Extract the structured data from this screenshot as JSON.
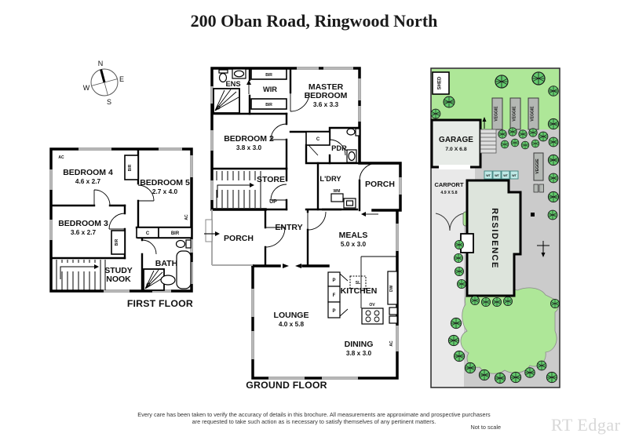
{
  "title": "200 Oban Road, Ringwood North",
  "compass": {
    "n": "N",
    "e": "E",
    "s": "S",
    "w": "W"
  },
  "first_floor": {
    "label": "FIRST FLOOR",
    "bedroom4": {
      "name": "BEDROOM 4",
      "dims": "4.6 x 2.7"
    },
    "bedroom5": {
      "name": "BEDROOM 5",
      "dims": "2.7 x 4.0"
    },
    "bedroom3": {
      "name": "BEDROOM 3",
      "dims": "3.6 x 2.7"
    },
    "study_nook_line1": "STUDY",
    "study_nook_line2": "NOOK",
    "bath": "BATH",
    "closet": "C",
    "bir": "BIR",
    "ac": "AC"
  },
  "ground_floor": {
    "label": "GROUND FLOOR",
    "ens": "ENS",
    "wir": "WIR",
    "bir": "BIR",
    "master": {
      "name1": "MASTER",
      "name2": "BEDROOM",
      "dims": "3.6 x 3.3"
    },
    "bedroom2": {
      "name": "BEDROOM 2",
      "dims": "3.8 x 3.0"
    },
    "closet": "C",
    "pdr": "PDR",
    "store": "STORE",
    "up": "UP",
    "ldry": "L'DRY",
    "wm": "WM",
    "porch": "PORCH",
    "entry": "ENTRY",
    "meals": {
      "name": "MEALS",
      "dims": "5.0 x 3.0"
    },
    "kitchen": "KITCHEN",
    "pantry": "P",
    "fridge": "F",
    "sink": "SL",
    "dishwasher": "DW",
    "oven": "OV",
    "lounge": {
      "name": "LOUNGE",
      "dims": "4.0 x 5.8"
    },
    "dining": {
      "name": "DINING",
      "dims": "3.8 x 3.0"
    },
    "ac": "AC"
  },
  "site_plan": {
    "shed": "SHED",
    "veggie": "VEGGIE",
    "garage": {
      "name": "GARAGE",
      "dims": "7.0 X 6.8"
    },
    "carport": {
      "name": "CARPORT",
      "dims": "4.9 X 5.8"
    },
    "wt": "WT",
    "residence": "RESIDENCE"
  },
  "footer": {
    "disclaimer_line1": "Every care has been taken to verify the accuracy of details in this brochure.  All measurements are approximate and prospective purchasers",
    "disclaimer_line2": "are requested to take such action as is necessary to satisfy themselves of any pertinent matters.",
    "scale_note": "Not to scale",
    "brand": "RT Edgar"
  },
  "colors": {
    "lawn": "#aee798",
    "tree": "#63cc6d",
    "paved": "#cbcbcb",
    "driveway": "#e9e9e9",
    "residence_fill": "#dde4dc",
    "garage_fill": "#e7ebe7",
    "water_tank": "#bfe9e6",
    "veggie_bed": "#b4b8b4",
    "window": "#b8b8b8",
    "wall": "#000000"
  }
}
